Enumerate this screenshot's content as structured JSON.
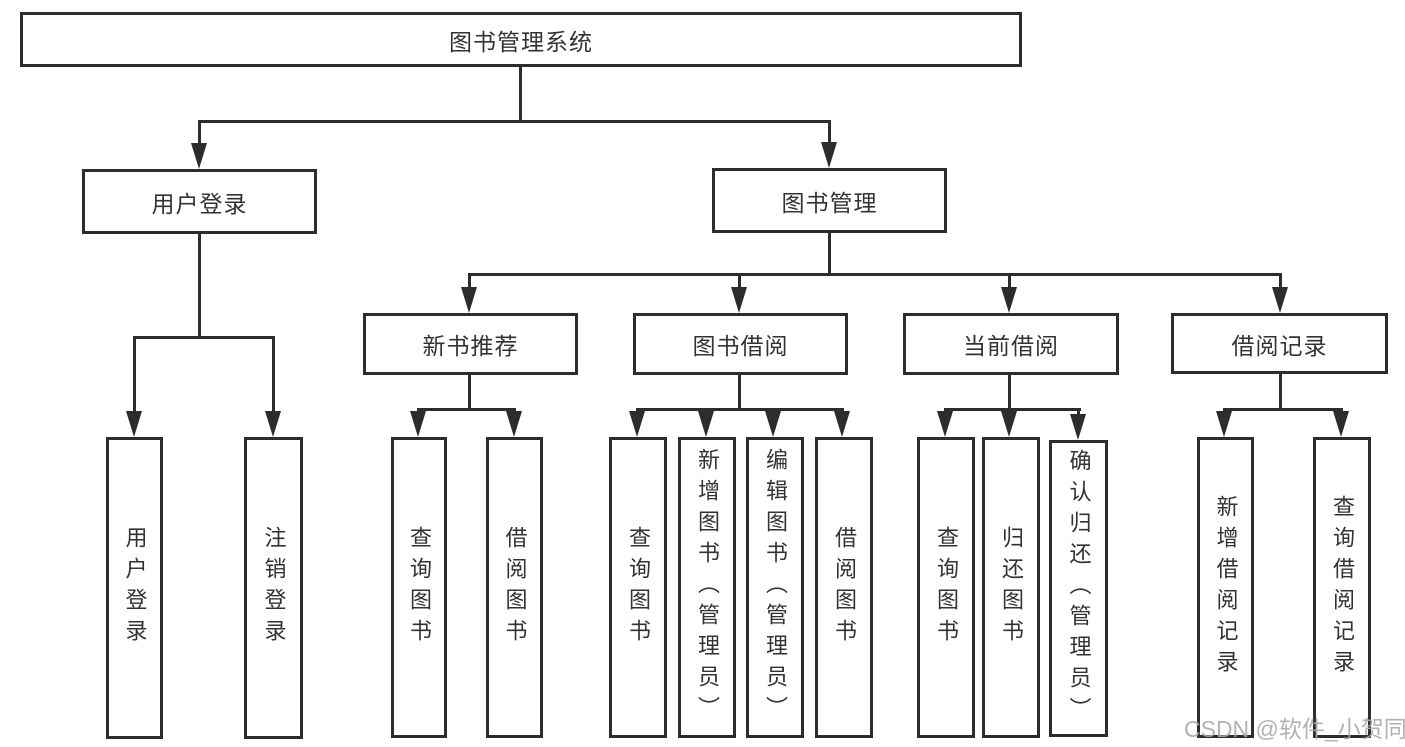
{
  "diagram": {
    "title": "图书管理系统",
    "type": "hierarchy-tree"
  },
  "nodes": {
    "root": {
      "label": "图书管理系统"
    },
    "user_login": {
      "label": "用户登录"
    },
    "book_mgmt": {
      "label": "图书管理"
    },
    "new_book_rec": {
      "label": "新书推荐"
    },
    "book_borrow": {
      "label": "图书借阅"
    },
    "current_borrow": {
      "label": "当前借阅"
    },
    "borrow_records": {
      "label": "借阅记录"
    },
    "leaf_user_login": {
      "label": "用户登录"
    },
    "leaf_logout": {
      "label": "注销登录"
    },
    "leaf_nb_query": {
      "label": "查询图书"
    },
    "leaf_nb_borrow": {
      "label": "借阅图书"
    },
    "leaf_bb_query": {
      "label": "查询图书"
    },
    "leaf_bb_add": {
      "label": "新增图书（管理员）"
    },
    "leaf_bb_edit": {
      "label": "编辑图书（管理员）"
    },
    "leaf_bb_borrow": {
      "label": "借阅图书"
    },
    "leaf_cb_query": {
      "label": "查询图书"
    },
    "leaf_cb_return": {
      "label": "归还图书"
    },
    "leaf_cb_confirm": {
      "label": "确认归还（管理员）"
    },
    "leaf_br_add": {
      "label": "新增借阅记录"
    },
    "leaf_br_query": {
      "label": "查询借阅记录"
    }
  },
  "hierarchy": {
    "label": "图书管理系统",
    "children": [
      {
        "label": "用户登录",
        "children": [
          {
            "label": "用户登录"
          },
          {
            "label": "注销登录"
          }
        ]
      },
      {
        "label": "图书管理",
        "children": [
          {
            "label": "新书推荐",
            "children": [
              {
                "label": "查询图书"
              },
              {
                "label": "借阅图书"
              }
            ]
          },
          {
            "label": "图书借阅",
            "children": [
              {
                "label": "查询图书"
              },
              {
                "label": "新增图书（管理员）"
              },
              {
                "label": "编辑图书（管理员）"
              },
              {
                "label": "借阅图书"
              }
            ]
          },
          {
            "label": "当前借阅",
            "children": [
              {
                "label": "查询图书"
              },
              {
                "label": "归还图书"
              },
              {
                "label": "确认归还（管理员）"
              }
            ]
          },
          {
            "label": "借阅记录",
            "children": [
              {
                "label": "新增借阅记录"
              },
              {
                "label": "查询借阅记录"
              }
            ]
          }
        ]
      }
    ]
  },
  "watermark": {
    "text": "CSDN @软件_小贺同学"
  },
  "colors": {
    "line": "#2d2d2d",
    "text": "#333333",
    "background": "#ffffff",
    "watermark": "#aaaaaa"
  }
}
